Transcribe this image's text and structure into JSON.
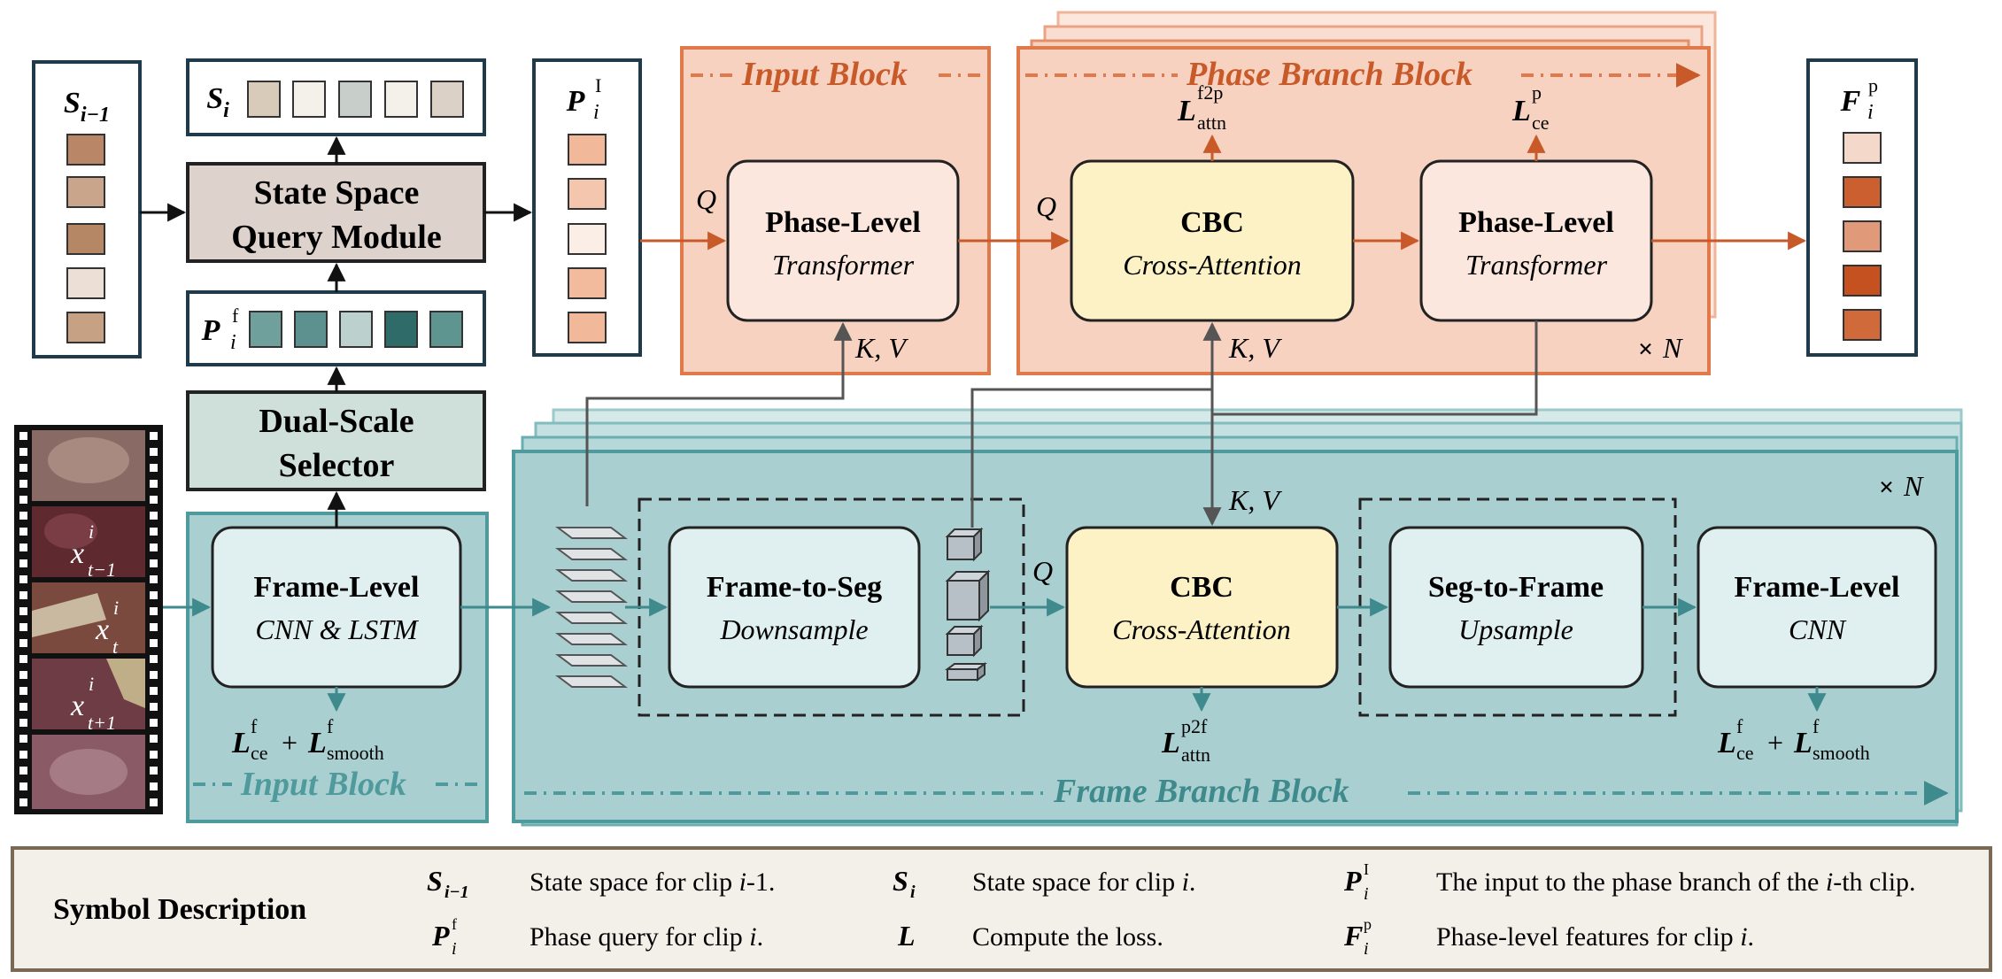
{
  "colors": {
    "phase_orange": "#f8d2c0",
    "phase_orange_border": "#e07a4a",
    "phase_orange_dark": "#c85a2a",
    "frame_teal": "#a9cfd0",
    "frame_teal_border": "#4e9a9c",
    "frame_teal_dark": "#3f8a8c",
    "cbc_yellow": "#fdf1c6",
    "module_grey": "#ddd2cc",
    "selector_green": "#cfe0da"
  },
  "left": {
    "s_prev": {
      "sym": "S",
      "sub": "i−1"
    },
    "s_i": {
      "sym": "S",
      "sub": "i"
    },
    "state_space_module": {
      "line1": "State Space",
      "line2": "Query Module"
    },
    "p_f": {
      "sym": "P",
      "sup": "f",
      "sub": "i"
    },
    "dual_scale": {
      "line1": "Dual-Scale",
      "line2": "Selector"
    },
    "p_l": {
      "sym": "P",
      "sup": "I",
      "sub": "i"
    },
    "frame_labels": [
      {
        "sym": "x",
        "sup": "i",
        "sub": "t−1"
      },
      {
        "sym": "x",
        "sup": "i",
        "sub": "t"
      },
      {
        "sym": "x",
        "sup": "i",
        "sub": "t+1"
      }
    ]
  },
  "input_block_frame": {
    "title": "Frame-Level",
    "subtitle": "CNN & LSTM",
    "loss": {
      "a": "L",
      "a_sup": "f",
      "a_sub": "ce",
      "plus": "+",
      "b": "L",
      "b_sup": "f",
      "b_sub": "smooth"
    },
    "label": "Input Block"
  },
  "phase_input_block": {
    "label": "Input Block",
    "q": "Q",
    "kv": "K, V",
    "title": "Phase-Level",
    "subtitle": "Transformer"
  },
  "phase_branch": {
    "label": "Phase Branch Block",
    "q": "Q",
    "kv": "K, V",
    "cbc_title": "CBC",
    "cbc_subtitle": "Cross-Attention",
    "loss_attn": {
      "sym": "L",
      "sup": "f2p",
      "sub": "attn"
    },
    "loss_ce": {
      "sym": "L",
      "sup": "p",
      "sub": "ce"
    },
    "pl_title": "Phase-Level",
    "pl_subtitle": "Transformer",
    "repeat": "N",
    "output": {
      "sym": "F",
      "sup": "p",
      "sub": "i"
    }
  },
  "frame_branch": {
    "label": "Frame Branch Block",
    "repeat": "N",
    "f2s_title": "Frame-to-Seg",
    "f2s_subtitle": "Downsample",
    "q": "Q",
    "kv": "K, V",
    "cbc_title": "CBC",
    "cbc_subtitle": "Cross-Attention",
    "loss_attn": {
      "sym": "L",
      "sup": "p2f",
      "sub": "attn"
    },
    "s2f_title": "Seg-to-Frame",
    "s2f_subtitle": "Upsample",
    "fl_title": "Frame-Level",
    "fl_subtitle": "CNN",
    "loss": {
      "a": "L",
      "a_sup": "f",
      "a_sub": "ce",
      "plus": "+",
      "b": "L",
      "b_sup": "f",
      "b_sub": "smooth"
    }
  },
  "legend": {
    "title": "Symbol Description",
    "items": [
      {
        "sym": "S",
        "sub": "i−1",
        "sup": "",
        "text_pre": "State space for clip ",
        "text_var": "i",
        "text_post": "-1."
      },
      {
        "sym": "S",
        "sub": "i",
        "sup": "",
        "text_pre": "State space for clip ",
        "text_var": "i",
        "text_post": "."
      },
      {
        "sym": "P",
        "sub": "i",
        "sup": "I",
        "text_pre": "The input to the phase branch of the ",
        "text_var": "i",
        "text_post": "-th clip."
      },
      {
        "sym": "P",
        "sub": "i",
        "sup": "f",
        "text_pre": "Phase query for clip ",
        "text_var": "i",
        "text_post": "."
      },
      {
        "sym": "L",
        "sub": "",
        "sup": "",
        "text_pre": "Compute the loss.",
        "text_var": "",
        "text_post": ""
      },
      {
        "sym": "F",
        "sub": "i",
        "sup": "p",
        "text_pre": "Phase-level features for clip ",
        "text_var": "i",
        "text_post": "."
      }
    ]
  }
}
